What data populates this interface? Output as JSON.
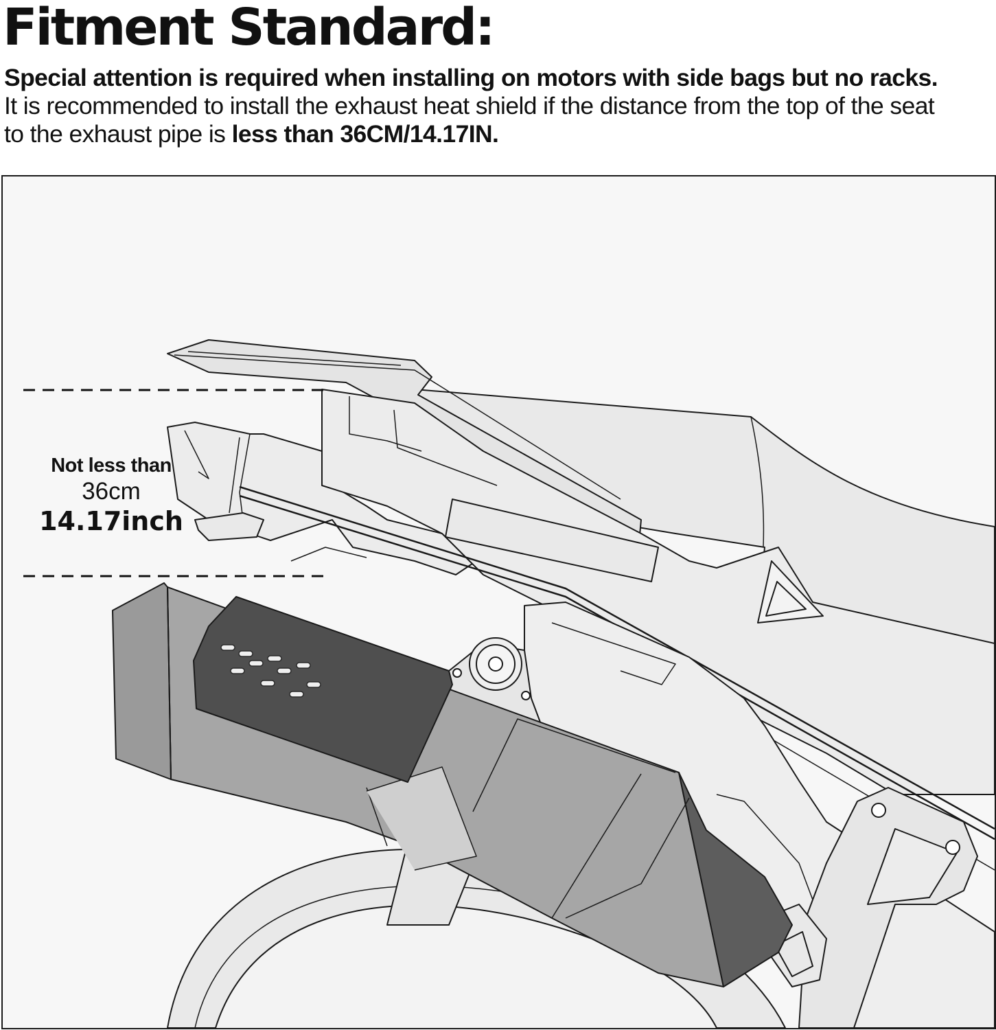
{
  "header": {
    "title": "Fitment Standard:",
    "warning": "Special attention is required when installing on motors with side bags but no racks.",
    "line1": "It is recommended to install the exhaust heat shield if the distance from the top of the seat",
    "line2_prefix": "to the exhaust pipe is ",
    "line2_bold": "less than 36CM/14.17IN."
  },
  "measurement": {
    "label": "Not less than",
    "metric": "36cm",
    "imperial": "14.17inch"
  },
  "colors": {
    "page_background": "#ffffff",
    "panel_background": "#f7f7f7",
    "part_light": "#e9e9e9",
    "muffler_gray": "#a6a6a6",
    "heat_shield": "#4f4f4f",
    "outline": "#1a1a1a"
  }
}
